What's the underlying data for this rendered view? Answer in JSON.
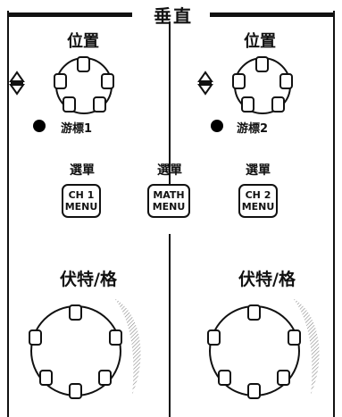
{
  "section": {
    "title": "垂直"
  },
  "left": {
    "position_label": "位置",
    "cursor_label": "游標1",
    "menu_label": "選單",
    "button_line1": "CH 1",
    "button_line2": "MENU",
    "volts_label": "伏特/格"
  },
  "center": {
    "menu_label": "選單",
    "button_line1": "MATH",
    "button_line2": "MENU"
  },
  "right": {
    "position_label": "位置",
    "cursor_label": "游標2",
    "menu_label": "選單",
    "button_line1": "CH 2",
    "button_line2": "MENU",
    "volts_label": "伏特/格"
  },
  "colors": {
    "ink": "#111111",
    "background": "#ffffff",
    "shade": "#9a9a9a"
  }
}
